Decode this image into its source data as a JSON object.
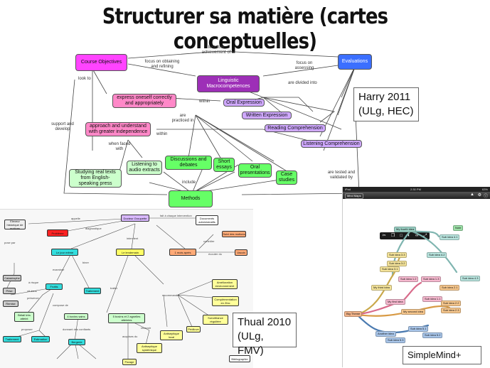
{
  "title": "Structurer sa matière (cartes conceptuelles)",
  "colors": {
    "magenta": "#ff44ff",
    "purple": "#9d2fb7",
    "blue": "#3b6fff",
    "pink": "#ff88c8",
    "lavender": "#cfa8ff",
    "green": "#66ff66",
    "light_green": "#ccffcc",
    "cyan": "#33ffff"
  },
  "harry": {
    "caption_line1": "Harry 2011",
    "caption_line2": "(ULg, HEC)",
    "nodes": {
      "course_objectives": "Course Objectives",
      "linguistic": "Linguistic Macrocompetences",
      "evaluations": "Evaluations",
      "express_oneself": "express oneself correctly and appropriately",
      "approach": "approach and understand with greater independence",
      "oral_expression": "Oral Expression",
      "written_expression": "Written Expression",
      "reading_comprehension": "Reading Comprehension",
      "listening_comprehension": "Listening Comprehension",
      "discussions": "Discussions and debates",
      "short_essays": "Short essays",
      "oral_presentations": "Oral presentations",
      "case_studies": "Case studies",
      "listening_audio": "Listening to audio extracts",
      "studying_texts": "Studying real texts from English-speaking press",
      "methods": "Methods"
    },
    "edge_labels": {
      "tests_achievement": "tests the achievement of",
      "focus_obtaining": "focus on obtaining and refining",
      "focus_assessing": "focus on assessing",
      "look_to": "look to",
      "are_divided_into": "are divided into",
      "within1": "within",
      "are_practiced_in": "are practiced in",
      "within2": "within",
      "when_faced_with": "when faced with",
      "include": "include",
      "support_develop": "support and develop",
      "tested_validated": "are tested and validated by"
    }
  },
  "thual": {
    "caption_line1": "Thual 2010",
    "caption_line2": "(ULg, FMV)",
    "nodes": [
      {
        "t": "Docteur Groupette"
      },
      {
        "t": "Documents administratifs"
      },
      {
        "t": "Eleveur historique de motions"
      },
      {
        "t": "Problème"
      },
      {
        "t": "Le jour même"
      },
      {
        "t": "Le lendemain"
      },
      {
        "t": "1 mois après"
      },
      {
        "t": "Vaccin"
      },
      {
        "t": "Suivi des motions"
      },
      {
        "t": "Catastrophe"
      },
      {
        "t": "Prise"
      },
      {
        "t": "Remise"
      },
      {
        "t": "Frottis"
      },
      {
        "t": "Traitement"
      },
      {
        "t": "Bétail très atteint"
      },
      {
        "t": "Traitement"
      },
      {
        "t": "Estimation"
      },
      {
        "t": "4 bovins sains"
      },
      {
        "t": "5 bovins et 2 agnelles atteintes"
      },
      {
        "t": "Bergerie"
      },
      {
        "t": "Amélioration environnement"
      },
      {
        "t": "Complémentation en Zinc"
      },
      {
        "t": "Surveillance régulière"
      },
      {
        "t": "Antiseptique local"
      },
      {
        "t": "Antiseptique systémique"
      },
      {
        "t": "Pédiluve"
      },
      {
        "t": "Parage"
      },
      {
        "t": "Bibliographie"
      }
    ],
    "labels": [
      "appelle",
      "diagnostique",
      "fait à chaque intervention",
      "intervient",
      "contrôler",
      "écouter du",
      "examiner",
      "biner",
      "traiter",
      "compose de",
      "recommander",
      "recevoir",
      "pose par",
      "à risque",
      "vit dans",
      "préserver",
      "proposer",
      "donnant des confiants",
      "acquises du"
    ]
  },
  "simplemind": {
    "caption": "SimpleMind+",
    "status_left": "iPad",
    "status_time": "2:30 PM",
    "status_right": "63%",
    "toolbar_left": "Mind Maps",
    "nodes": [
      {
        "t": "Big Theme"
      },
      {
        "t": "My fourth idea"
      },
      {
        "t": "Note"
      },
      {
        "t": "Sub idea 4.1"
      },
      {
        "t": "Sub idea 4.2"
      },
      {
        "t": "Sub idea 4.3"
      },
      {
        "t": "Sub idea 3.3"
      },
      {
        "t": "Sub idea 3.2"
      },
      {
        "t": "Sub idea 3.1"
      },
      {
        "t": "My third idea"
      },
      {
        "t": "Sub idea 1.2"
      },
      {
        "t": "Sub idea 1.3"
      },
      {
        "t": "Sub idea 1.1"
      },
      {
        "t": "My first idea"
      },
      {
        "t": "Sub idea 2.1"
      },
      {
        "t": "Sub idea 2.2"
      },
      {
        "t": "Sub idea 2.3"
      },
      {
        "t": "My second idea"
      },
      {
        "t": "Another idea"
      },
      {
        "t": "Sub idea 5.1"
      },
      {
        "t": "Sub idea 5.2"
      },
      {
        "t": "Sub idea 5.3"
      }
    ]
  }
}
